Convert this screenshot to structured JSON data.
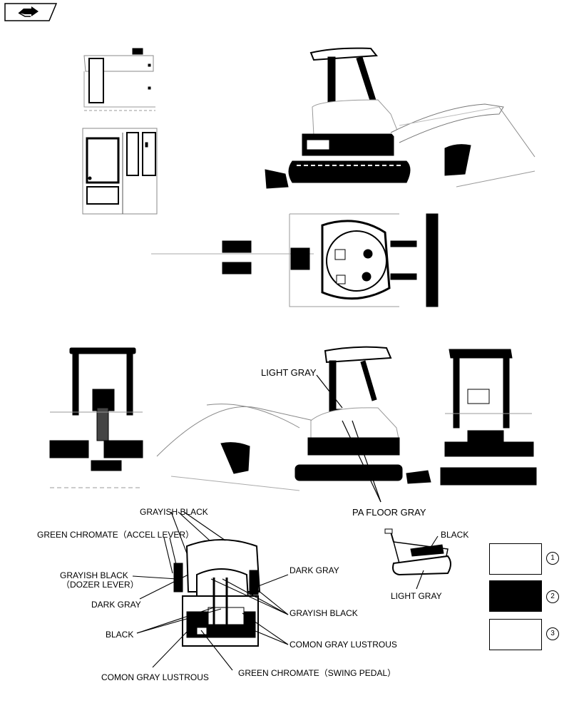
{
  "labels": {
    "light_gray_top": "LIGHT GRAY",
    "pa_floor_gray": "PA  FLOOR  GRAY",
    "grayish_black_top": "GRAYISH BLACK",
    "green_chromate_accel": "GREEN CHROMATE（ACCEL LEVER）",
    "grayish_black_dozer_1": "GRAYISH BLACK",
    "grayish_black_dozer_2": "（DOZER LEVER）",
    "dark_gray_left": "DARK GRAY",
    "black_left": "BLACK",
    "comon_gray_left": "COMON GRAY LUSTROUS",
    "green_chromate_swing": "GREEN CHROMATE（SWING PEDAL）",
    "dark_gray_right": "DARK GRAY",
    "grayish_black_right": "GRAYISH BLACK",
    "comon_gray_right": "COMON GRAY LUSTROUS",
    "black_lever": "BLACK",
    "light_gray_lever": "LIGHT GRAY"
  },
  "legend": [
    {
      "number": "1",
      "color": "#ffffff"
    },
    {
      "number": "2",
      "color": "#000000"
    },
    {
      "number": "3",
      "color": "#ffffff"
    }
  ],
  "nav_icon": "arrow-icon"
}
